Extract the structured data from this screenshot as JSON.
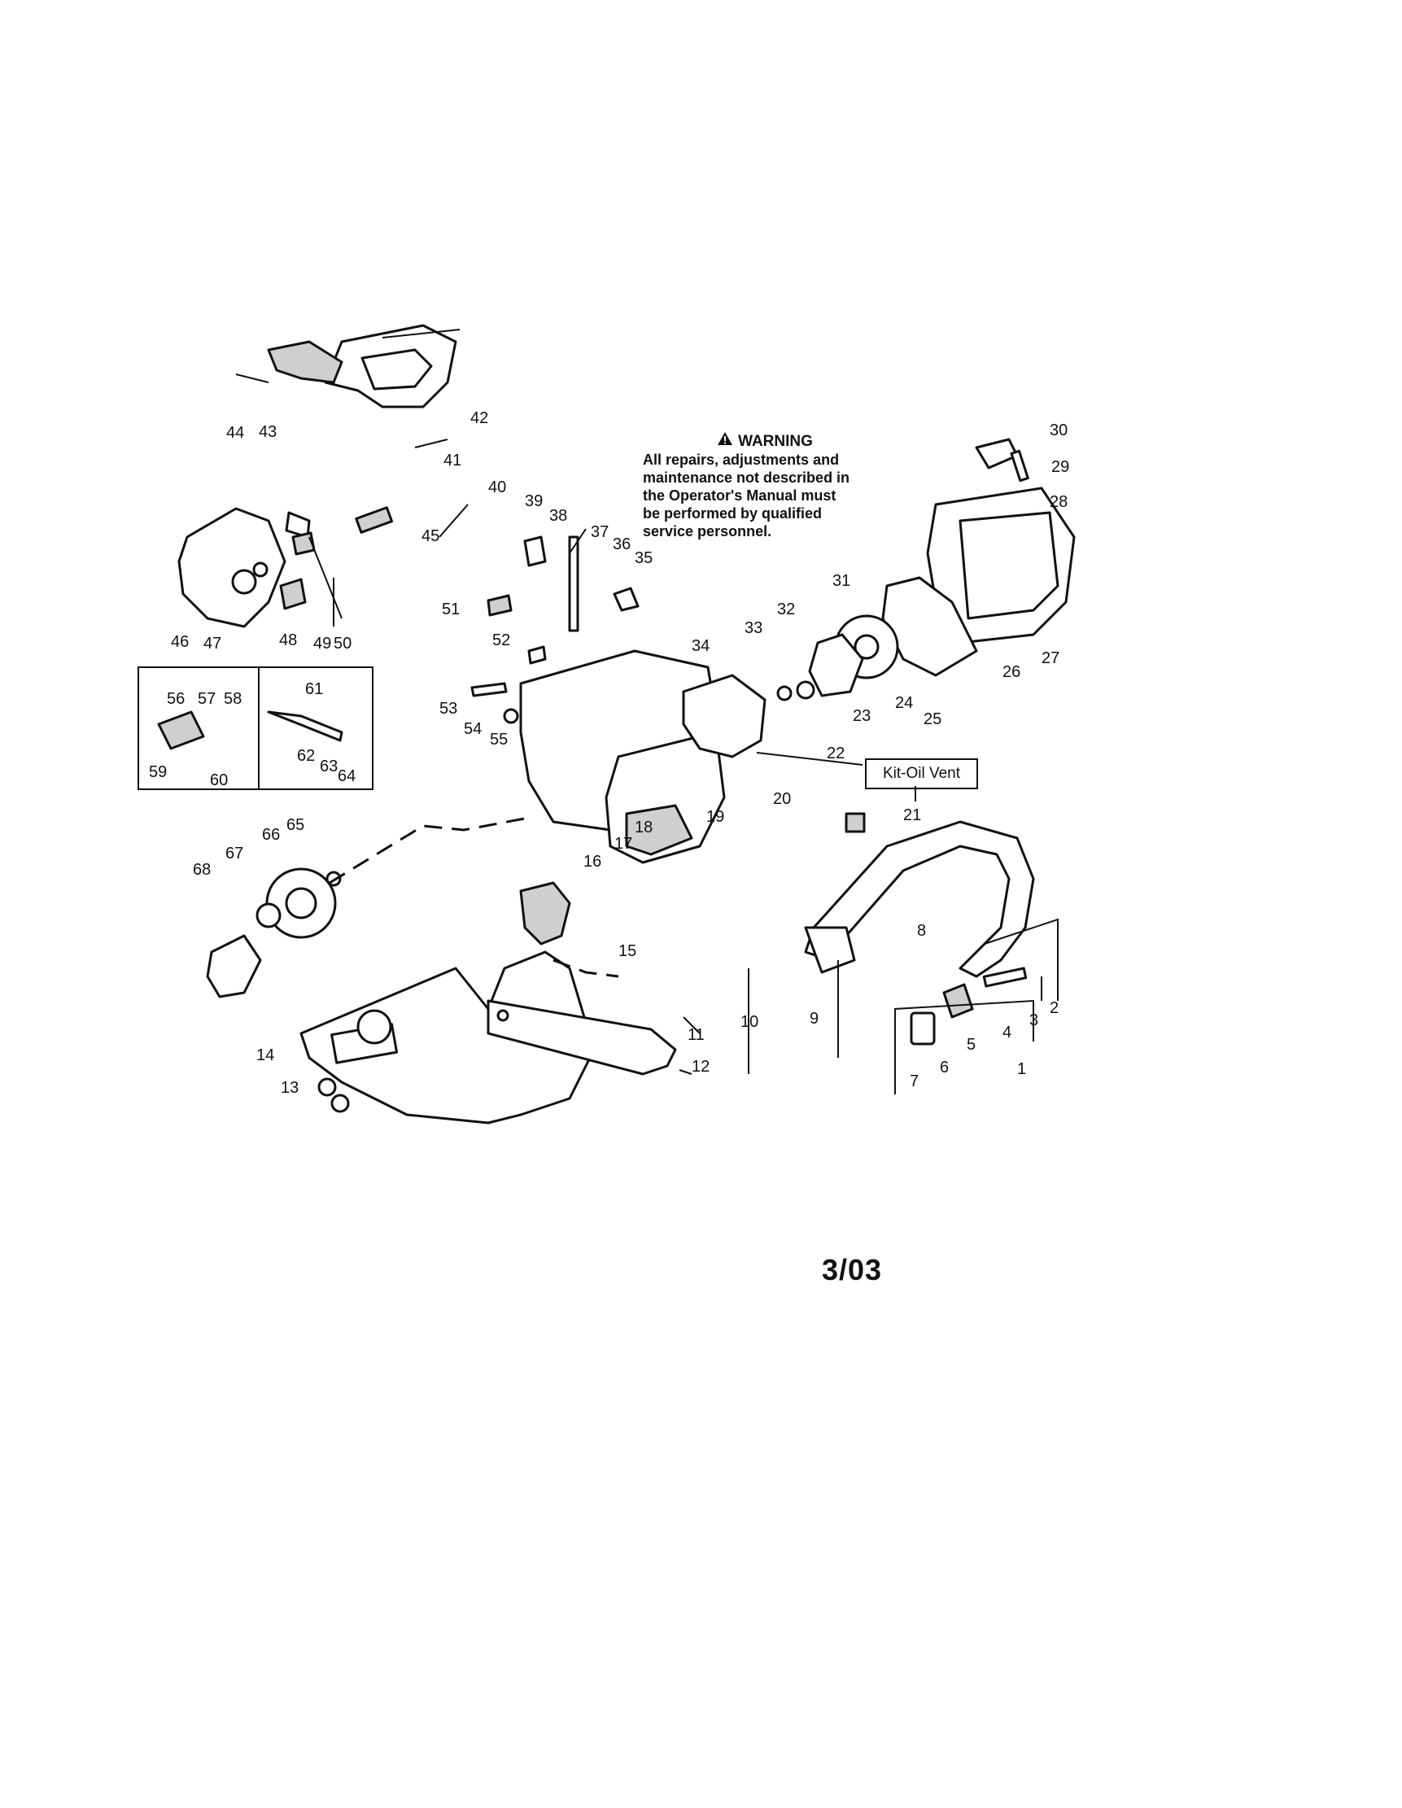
{
  "warning": {
    "heading": "WARNING",
    "lines": [
      "All repairs, adjustments and",
      "maintenance not described in",
      "the Operator's Manual must",
      "be performed by qualified",
      "service personnel."
    ]
  },
  "kit_label": "Kit-Oil Vent",
  "date_code": "3/03",
  "callouts": [
    "1",
    "2",
    "3",
    "4",
    "5",
    "6",
    "7",
    "8",
    "9",
    "10",
    "11",
    "12",
    "13",
    "14",
    "15",
    "16",
    "17",
    "18",
    "19",
    "20",
    "21",
    "22",
    "23",
    "24",
    "25",
    "26",
    "27",
    "28",
    "29",
    "30",
    "31",
    "32",
    "33",
    "34",
    "35",
    "36",
    "37",
    "38",
    "39",
    "40",
    "41",
    "42",
    "43",
    "44",
    "45",
    "46",
    "47",
    "48",
    "49",
    "50",
    "51",
    "52",
    "53",
    "54",
    "55",
    "56",
    "57",
    "58",
    "59",
    "60",
    "61",
    "62",
    "63",
    "64",
    "65",
    "66",
    "67",
    "68"
  ],
  "icons": [
    "warning-triangle-icon"
  ]
}
